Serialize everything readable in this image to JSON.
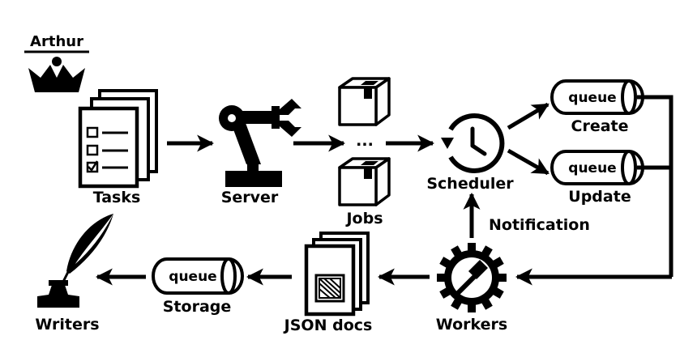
{
  "title": "Arthur",
  "nodes": {
    "tasks": "Tasks",
    "server": "Server",
    "jobs": "Jobs",
    "jobs_ellipsis": "...",
    "scheduler": "Scheduler",
    "queue_create_text": "queue",
    "create": "Create",
    "queue_update_text": "queue",
    "update": "Update",
    "notification": "Notification",
    "workers": "Workers",
    "json_docs": "JSON docs",
    "queue_storage_text": "queue",
    "storage": "Storage",
    "writers": "Writers"
  },
  "colors": {
    "ink": "#000000",
    "background": "#ffffff"
  }
}
